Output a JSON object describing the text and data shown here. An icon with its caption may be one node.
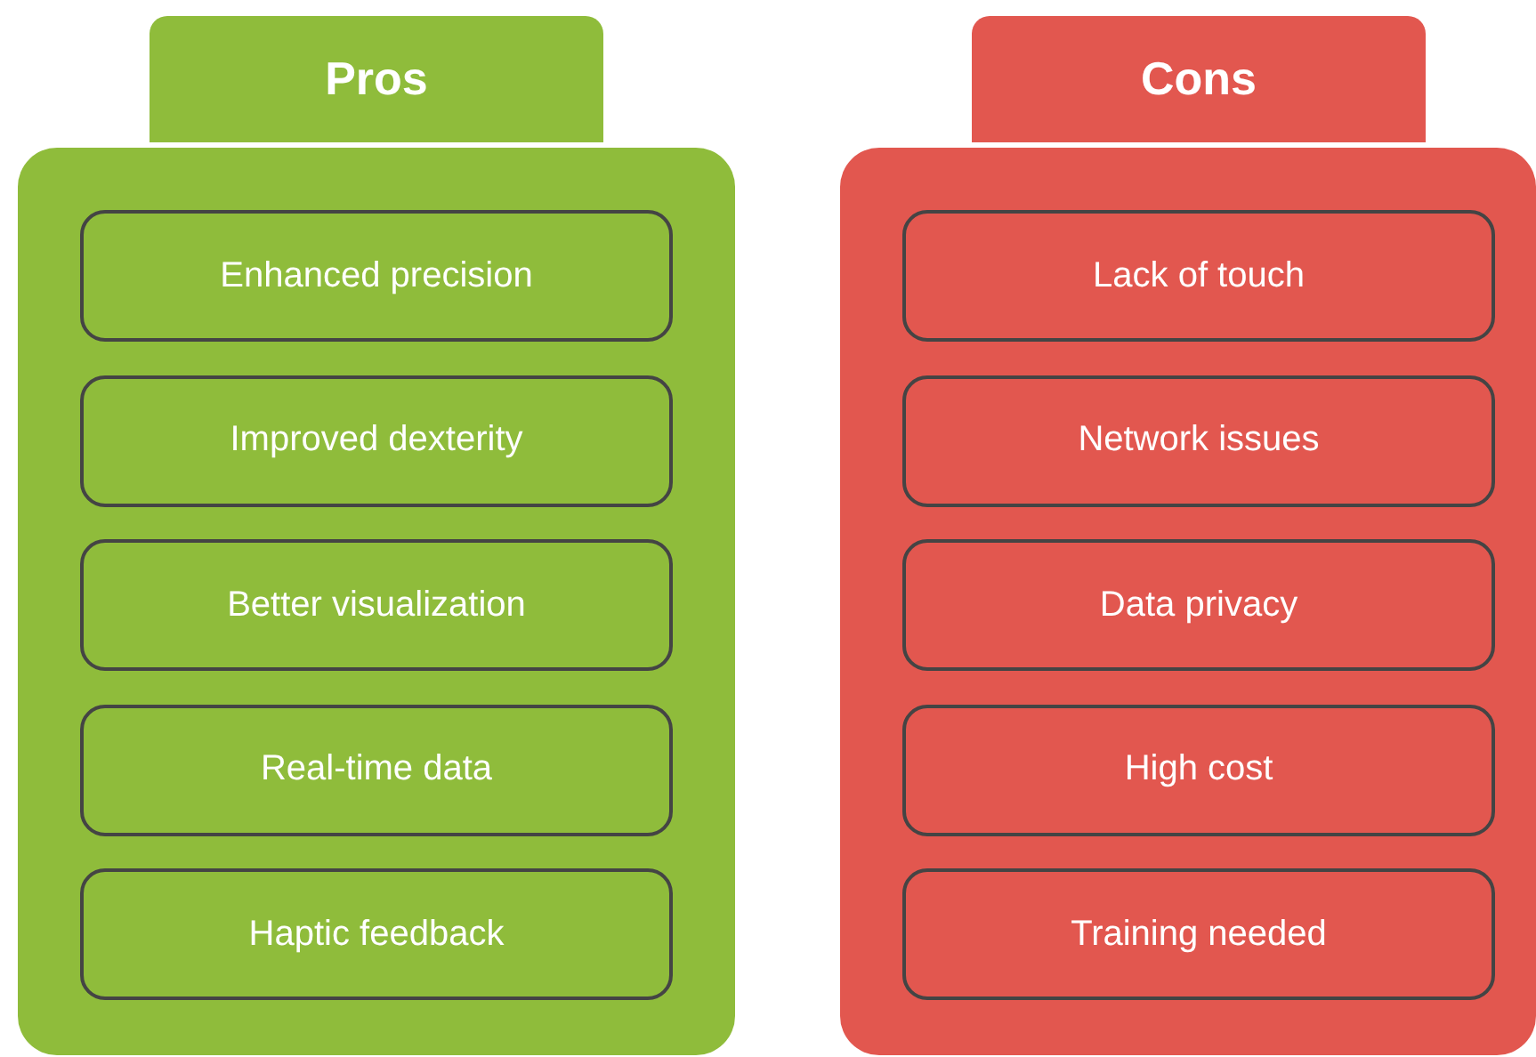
{
  "diagram": {
    "nodes": [
      {
        "text": [
          "Pros"
        ]
      },
      {
        "text": [
          "Enhanced precision"
        ],
        "in": 0
      },
      {
        "text": [
          "Improved dexterity"
        ],
        "in": 0
      },
      {
        "text": [
          "Better visualization"
        ],
        "in": 0
      },
      {
        "text": [
          "Real-time data"
        ],
        "in": 0
      },
      {
        "text": [
          "Haptic feedback"
        ],
        "in": 0
      },
      {
        "text": [
          "Cons"
        ]
      },
      {
        "text": [
          "Lack of touch"
        ],
        "in": 6
      },
      {
        "text": [
          "Network issues"
        ],
        "in": 6
      },
      {
        "text": [
          "Data privacy"
        ],
        "in": 6
      },
      {
        "text": [
          "High cost"
        ],
        "in": 6
      },
      {
        "text": [
          "Training needed"
        ],
        "in": 6
      }
    ]
  }
}
